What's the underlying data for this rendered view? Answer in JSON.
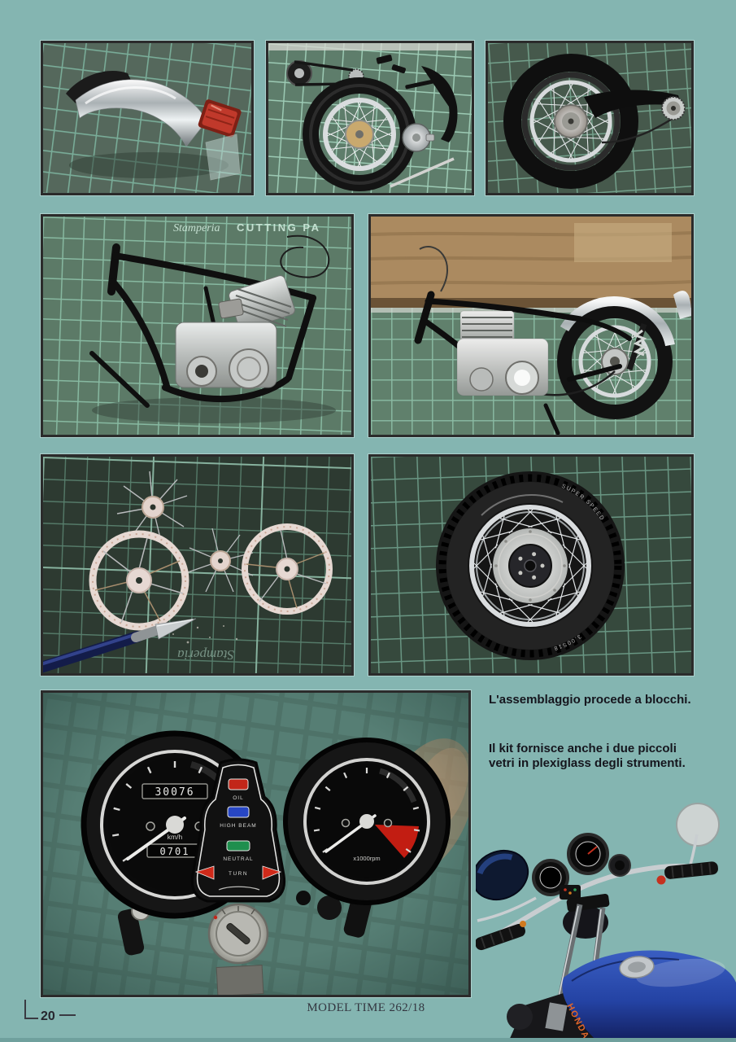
{
  "page": {
    "background_color": "#84b5b1",
    "footer": {
      "page_number": "20",
      "magazine_issue": "MODEL TIME 262/18"
    }
  },
  "captions": {
    "assembly": "L'assemblaggio procede a blocchi.",
    "kit_glass": "Il kit fornisce anche i due piccoli vetri in plexiglass degli strumenti."
  },
  "colors": {
    "caption_text": "#15151d",
    "footer_text": "#333640",
    "photo_border": "#2b2b2b",
    "tank_blue": "#2b4fb0",
    "honda_orange": "#e0662a",
    "tail_light_red": "#c0392b"
  },
  "photos": {
    "rear_fender": {
      "alt": "Chrome rear fender with red tail light standing on a green cutting mat"
    },
    "wheel_parts": {
      "alt": "Spoked wheel, drive chain, sprocket, swingarm and brake parts laid out on cutting mat"
    },
    "wheel_swingarm": {
      "alt": "Assembled rear wheel with black swingarm and sprocket on cutting mat"
    },
    "frame_engine": {
      "alt": "Black frame with silver engine fitted, on cutting mat",
      "mat_brand": "Stamperia",
      "mat_caps": "CUTTING PA"
    },
    "rolling_chassis": {
      "alt": "Rolling chassis with engine, rear wheel, shock and chrome fender on workbench"
    },
    "wheel_building": {
      "alt": "Wheel rims and hubs with loose spokes and a hobby knife on dark mat",
      "mat_text": "Stamperia"
    },
    "finished_wheel": {
      "alt": "Completed spoked wheel with tire and polished brake disc",
      "tire_marking_1": "SUPER SPEED",
      "tire_marking_2": "3.00S18"
    },
    "instruments": {
      "alt": "Close-up of model speedometer, tachometer and warning-light console",
      "odometer": "30076",
      "trip_meter": "0701",
      "speed_unit": "km/h",
      "tach_unit": "x1000rpm",
      "warning_oil": "OIL",
      "warning_high_beam": "HIGH BEAM",
      "warning_neutral": "NEUTRAL",
      "warning_turn": "TURN"
    },
    "finished_bike": {
      "alt": "Finished Honda model: blue tank, chrome handlebar, mirrors and gauges",
      "tank_text": "HONDA"
    }
  }
}
